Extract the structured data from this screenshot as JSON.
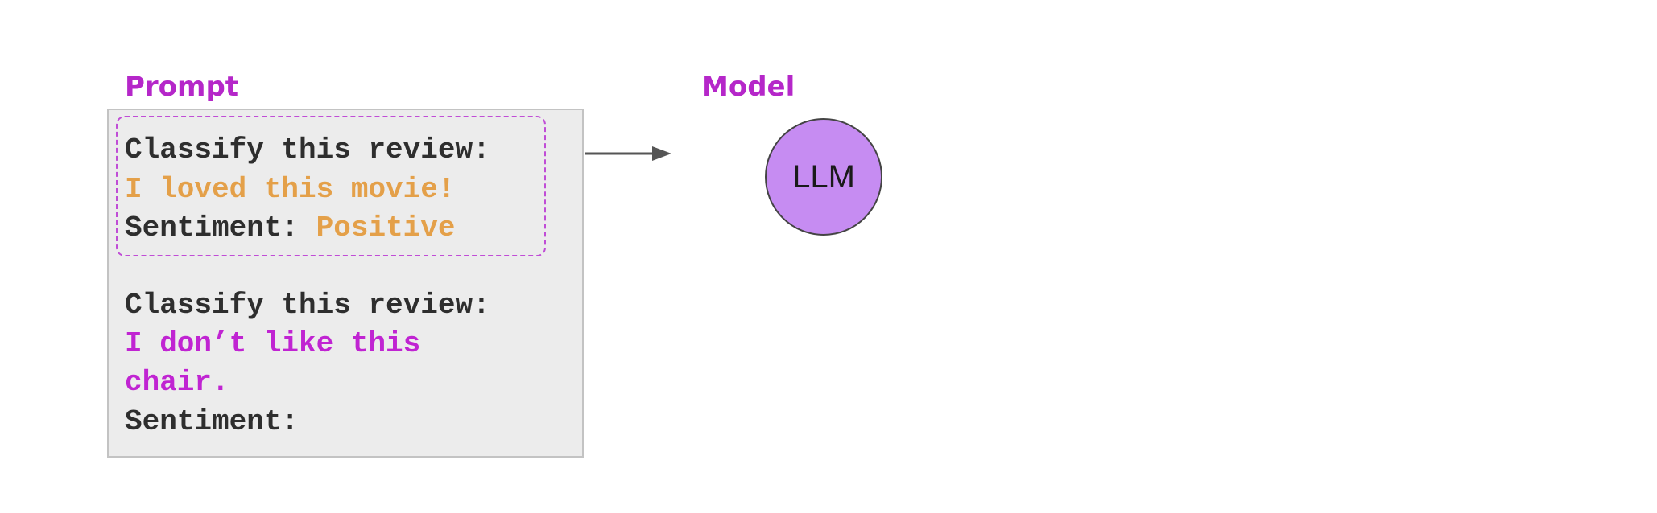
{
  "prompt_section": {
    "heading": "Prompt",
    "example": {
      "instruction": "Classify this review:",
      "review": "I loved this movie!",
      "sentiment_label": "Sentiment:",
      "sentiment_value": "Positive"
    },
    "query": {
      "instruction": "Classify this review:",
      "review_line1": "I don’t like this",
      "review_line2": "chair.",
      "sentiment_label": "Sentiment:"
    }
  },
  "model_section": {
    "heading": "Model",
    "node_label": "LLM"
  },
  "colors": {
    "heading": "#b527c9",
    "example_text": "#e4a049",
    "query_text": "#c024d2",
    "llm_fill": "#c68cf2",
    "box_fill": "#ececec"
  }
}
